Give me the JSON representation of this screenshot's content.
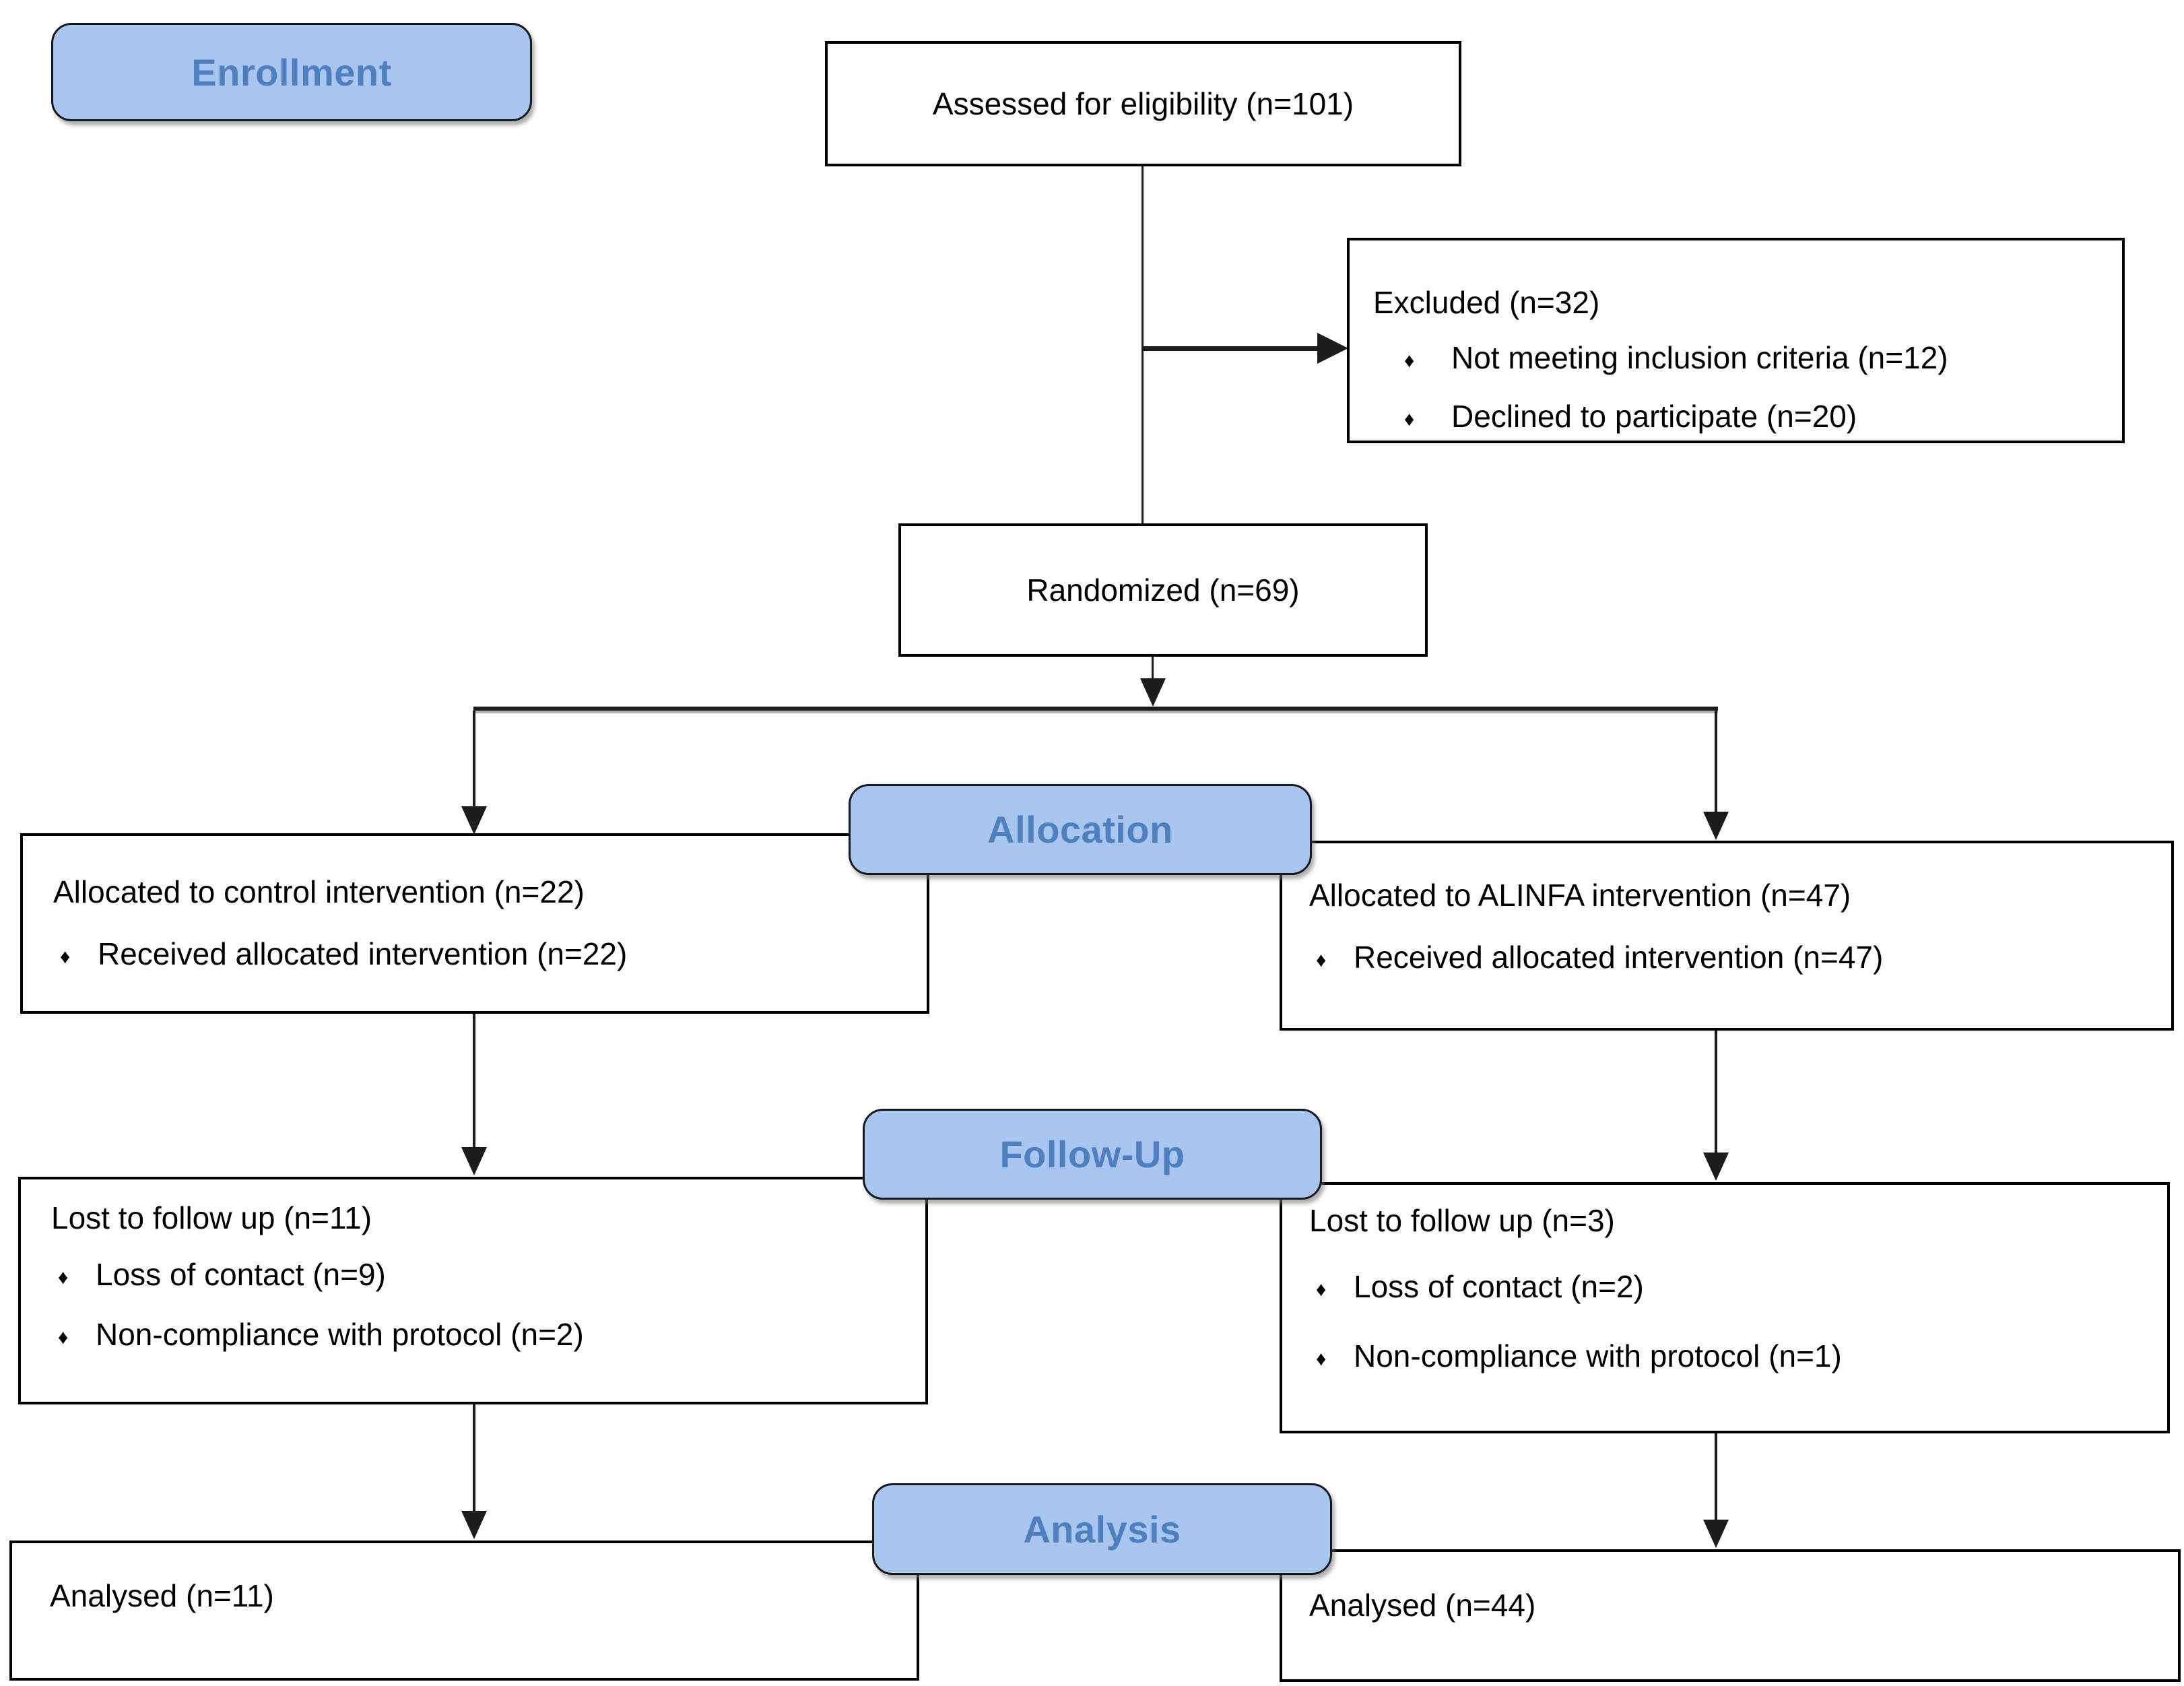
{
  "colors": {
    "label_fill": "#a9c6f1",
    "label_text": "#4e80bf",
    "label_border": "#16181d",
    "box_border": "#000000",
    "line_color": "#1c1c1c",
    "text_color": "#000000",
    "page_bg": "#ffffff"
  },
  "stage_labels": {
    "enrollment": "Enrollment",
    "allocation": "Allocation",
    "followup": "Follow-Up",
    "analysis": "Analysis"
  },
  "bullet_glyph": "♦",
  "boxes": {
    "assessed": {
      "title": "Assessed for eligibility (n=101)"
    },
    "excluded": {
      "title": "Excluded (n=32)",
      "bullets": [
        "Not meeting inclusion criteria (n=12)",
        "Declined to participate (n=20)"
      ]
    },
    "randomized": {
      "title": "Randomized (n=69)"
    },
    "allocation_control": {
      "title": "Allocated to control intervention (n=22)",
      "bullets": [
        "Received allocated intervention (n=22)"
      ]
    },
    "allocation_alinfa": {
      "title": "Allocated to ALINFA intervention (n=47)",
      "bullets": [
        "Received allocated intervention (n=47)"
      ]
    },
    "followup_control": {
      "title": "Lost to follow up (n=11)",
      "bullets": [
        "Loss of contact (n=9)",
        "Non-compliance with protocol (n=2)"
      ]
    },
    "followup_alinfa": {
      "title": "Lost to follow up (n=3)",
      "bullets": [
        "Loss of contact (n=2)",
        "Non-compliance with protocol (n=1)"
      ]
    },
    "analysis_control": {
      "title": "Analysed (n=11)"
    },
    "analysis_alinfa": {
      "title": "Analysed (n=44)"
    }
  }
}
